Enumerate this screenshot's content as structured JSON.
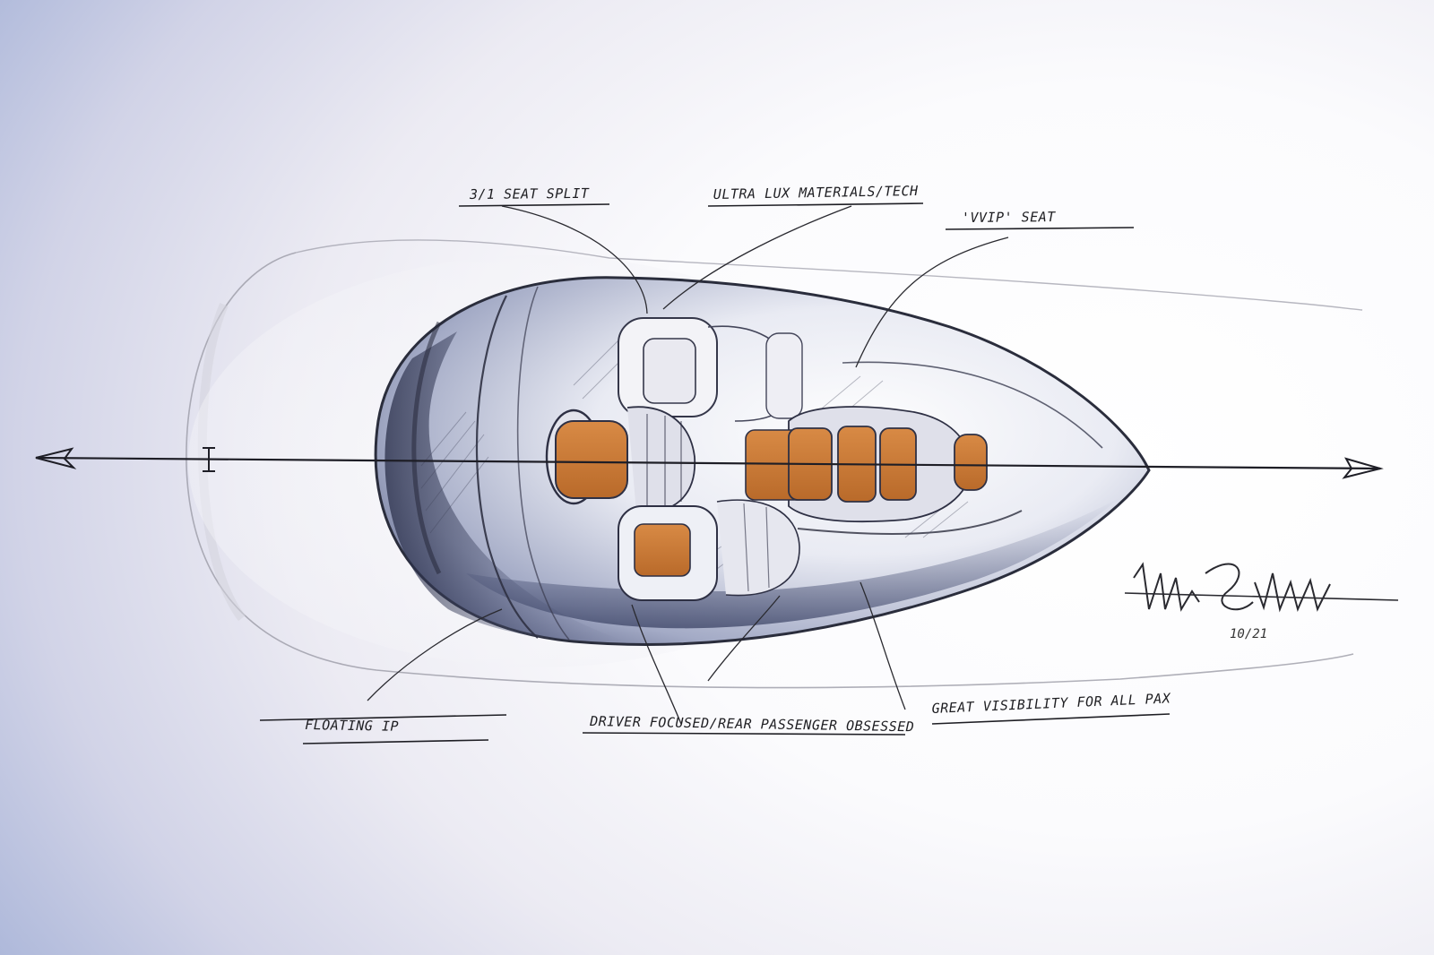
{
  "labels": {
    "seat_split": "3/1 SEAT SPLIT",
    "ultra_lux": "ULTRA LUX MATERIALS/TECH",
    "vvip_seat": "'VVIP' SEAT",
    "floating_ip": "FLOATING IP",
    "driver_focused": "DRIVER FOCUSED/REAR PASSENGER OBSESSED",
    "visibility": "GREAT VISIBILITY FOR ALL PAX"
  },
  "signature": {
    "date": "10/21"
  },
  "colors": {
    "background_edge": "#a8b4d8",
    "ink": "#1e1e22",
    "seat_accent": "#c97a36",
    "glass_tint": "#5a6388"
  }
}
